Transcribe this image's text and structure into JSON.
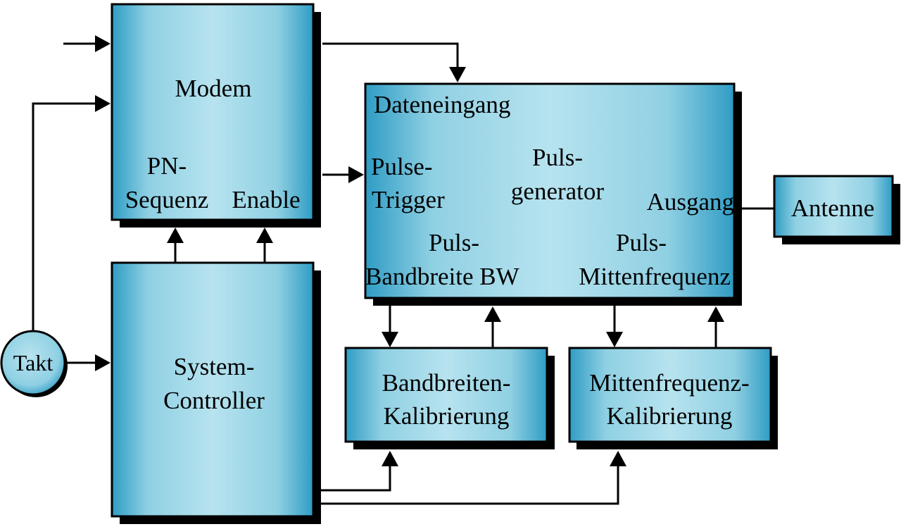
{
  "colors": {
    "box_edge": "#2f9cc4",
    "box_center": "#b7e3ef",
    "shadow": "#000000",
    "line": "#000000",
    "background": "#ffffff"
  },
  "blocks": {
    "modem": {
      "title": "Modem",
      "port_pn_line1": "PN-",
      "port_pn_line2": "Sequenz",
      "port_enable": "Enable"
    },
    "pulse_generator": {
      "data_input": "Dateneingang",
      "trigger_line1": "Pulse-",
      "trigger_line2": "Trigger",
      "title_line1": "Puls-",
      "title_line2": "generator",
      "output": "Ausgang",
      "bandwidth_line1": "Puls-",
      "bandwidth_line2": "Bandbreite BW",
      "center_freq_line1": "Puls-",
      "center_freq_line2": "Mittenfrequenz"
    },
    "antenna": {
      "title": "Antenne"
    },
    "system_controller": {
      "title_line1": "System-",
      "title_line2": "Controller"
    },
    "bandwidth_calibration": {
      "title_line1": "Bandbreiten-",
      "title_line2": "Kalibrierung"
    },
    "center_frequency_calibration": {
      "title_line1": "Mittenfrequenz-",
      "title_line2": "Kalibrierung"
    },
    "clock": {
      "title": "Takt"
    }
  }
}
